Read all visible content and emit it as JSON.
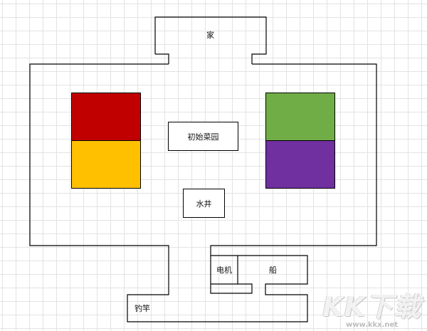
{
  "labels": {
    "home": "家",
    "initial_garden": "初始菜园",
    "well": "水井",
    "motor": "电机",
    "boat": "船",
    "fishing_rod": "钓竿"
  },
  "plots": {
    "red": "#c00000",
    "yellow": "#ffc000",
    "green": "#70ad47",
    "purple": "#7030a0"
  },
  "watermark": {
    "main": "KK下载",
    "sub": "www.kkx.net"
  }
}
